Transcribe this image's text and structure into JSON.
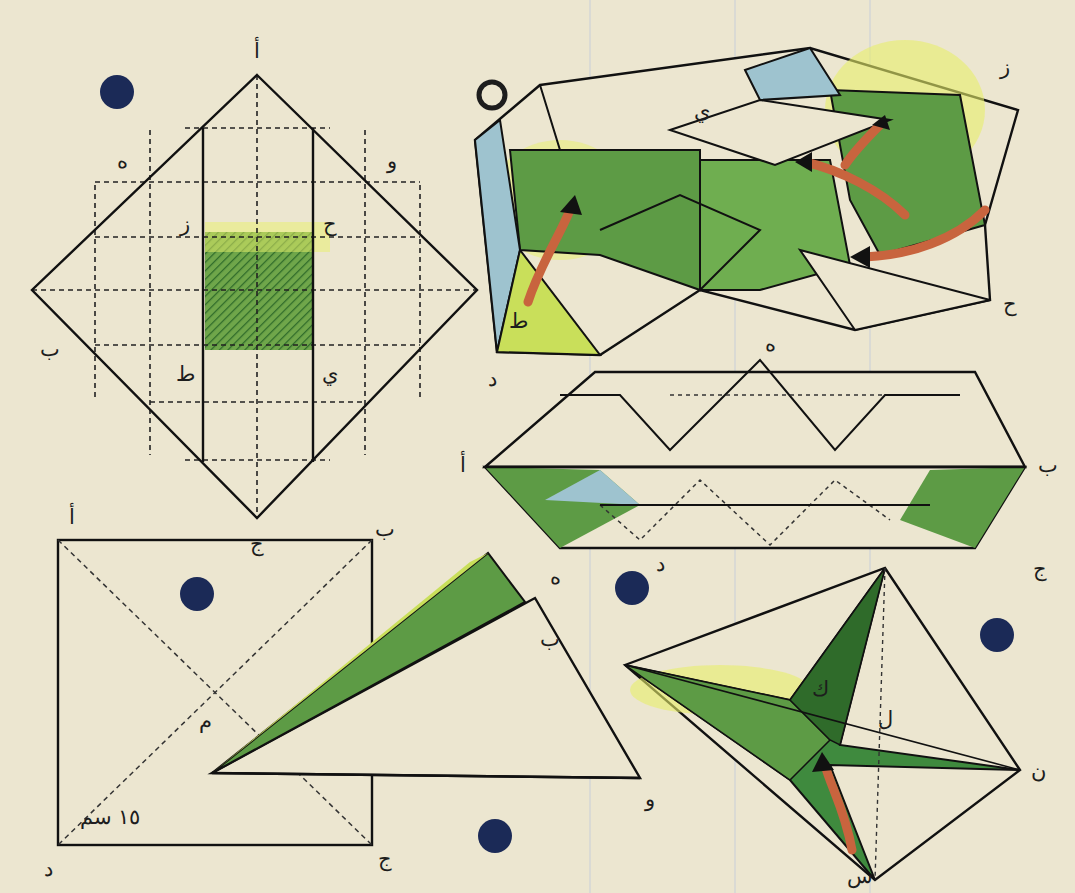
{
  "diagram": {
    "labels": [
      "أ",
      "ب",
      "ج",
      "د",
      "ه",
      "و",
      "ز",
      "ح",
      "ط",
      "ي",
      "أ",
      "ب",
      "ج",
      "د",
      "م",
      "١٥ سم",
      "ه",
      "ب",
      "و",
      "أ",
      "ب",
      "ج",
      "ه",
      "د",
      "ز",
      "ح",
      "ط",
      "ي",
      "ك",
      "ل",
      "ن",
      "س"
    ]
  }
}
